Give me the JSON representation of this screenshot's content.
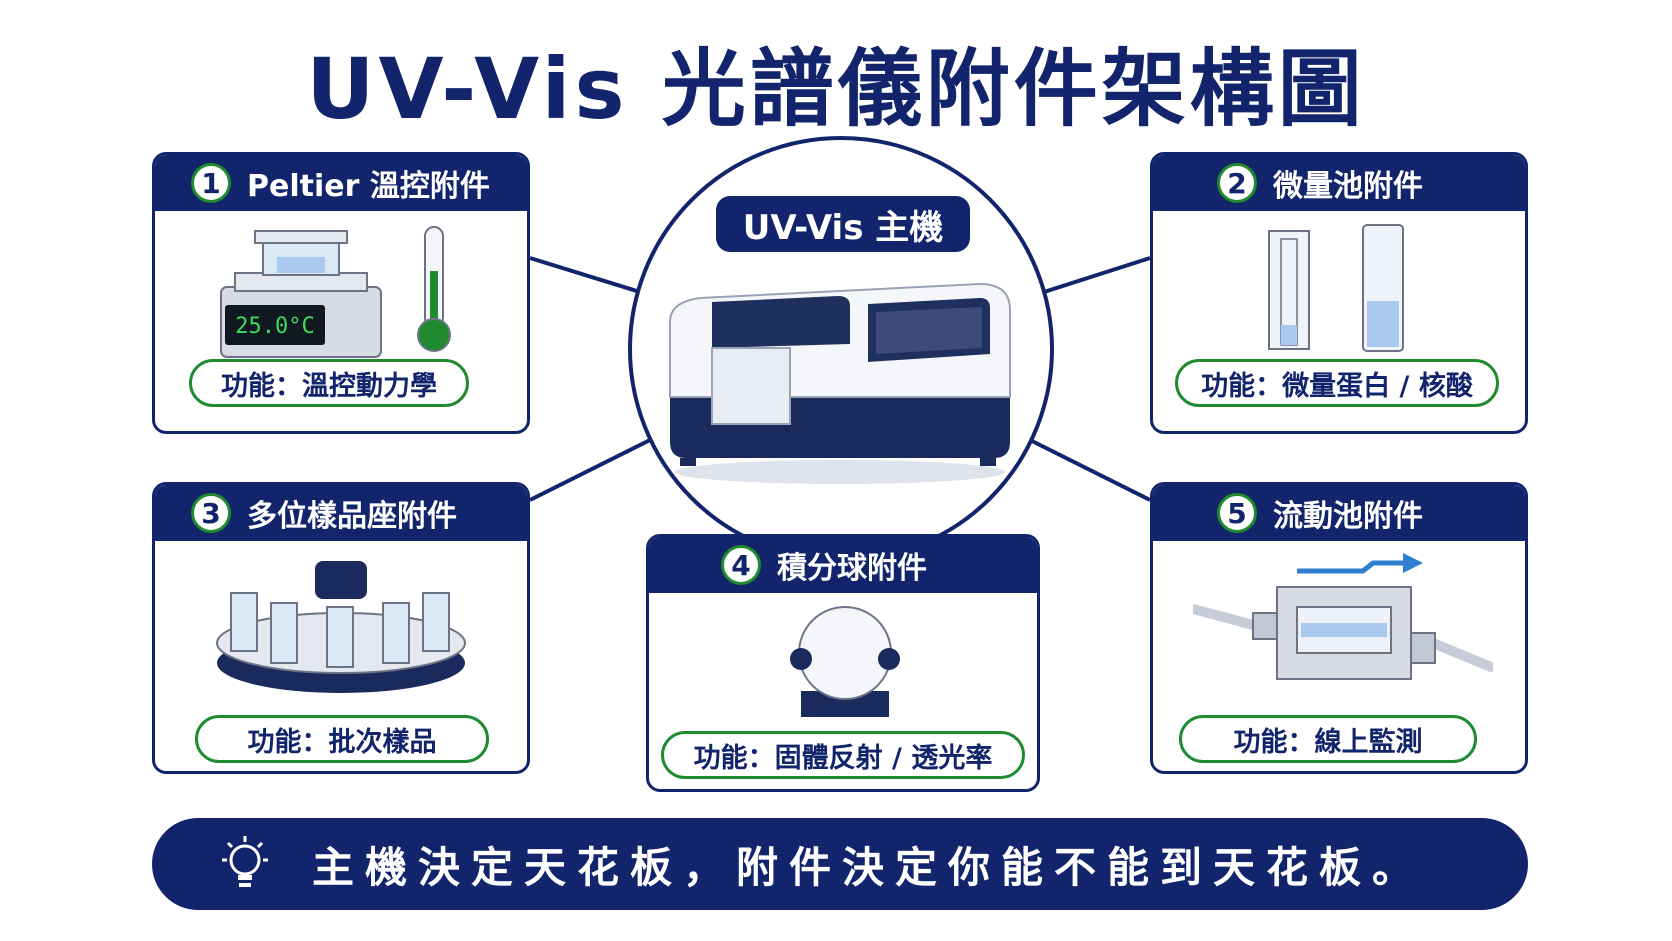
{
  "title": "UV-Vis 光譜儀附件架構圖",
  "center": {
    "label": "UV-Vis 主機"
  },
  "cards": [
    {
      "number": "1",
      "title": "Peltier 溫控附件",
      "function": "功能：溫控動力學",
      "display_reading": "25.0°C"
    },
    {
      "number": "2",
      "title": "微量池附件",
      "function": "功能：微量蛋白 / 核酸"
    },
    {
      "number": "3",
      "title": "多位樣品座附件",
      "function": "功能：批次樣品"
    },
    {
      "number": "4",
      "title": "積分球附件",
      "function": "功能：固體反射 / 透光率"
    },
    {
      "number": "5",
      "title": "流動池附件",
      "function": "功能：線上監測"
    }
  ],
  "banner": {
    "text": "主機決定天花板，附件決定你能不能到天花板。"
  },
  "colors": {
    "navy": "#12246b",
    "green": "#1f8a2e",
    "liquid": "#a9c9ef",
    "white": "#ffffff"
  },
  "icons": [
    "thermometer-icon",
    "lightbulb-icon",
    "flow-arrow-icon"
  ]
}
